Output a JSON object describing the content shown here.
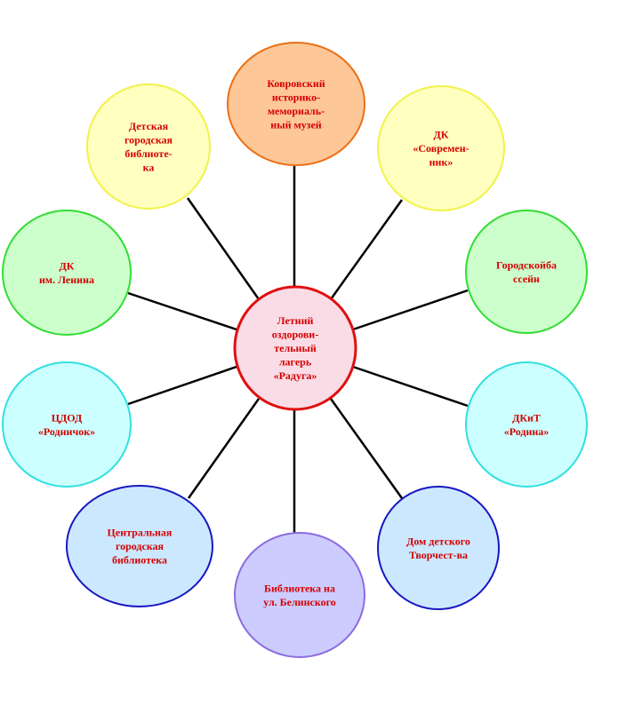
{
  "center": {
    "lines": [
      "Летний",
      "оздорови-",
      "тельный",
      "лагерь",
      "«Радуга»"
    ],
    "fill": "#f9dce6",
    "stroke": "#e01010"
  },
  "nodes": [
    {
      "id": "museum",
      "lines": [
        "Ковровский",
        "историко-",
        "мемориаль-",
        "ный музей"
      ],
      "fill": "#fdc797",
      "stroke": "#e87016"
    },
    {
      "id": "dk-sovremennik",
      "lines": [
        "ДК",
        "«Современ-",
        "ник»"
      ],
      "fill": "#ffffc0",
      "stroke": "#f2f24a"
    },
    {
      "id": "pool",
      "lines": [
        "Городскойба",
        "ссейн"
      ],
      "fill": "#ccffcc",
      "stroke": "#33dd33"
    },
    {
      "id": "dkit-rodina",
      "lines": [
        "ДКиТ",
        "«Родина»"
      ],
      "fill": "#ccffff",
      "stroke": "#33e0e0"
    },
    {
      "id": "children-creativity-house",
      "lines": [
        "Дом детского",
        "Творчест-ва"
      ],
      "fill": "#cce8ff",
      "stroke": "#1818c0"
    },
    {
      "id": "belinsky-library",
      "lines": [
        "Библиотека на",
        "ул. Белинского"
      ],
      "fill": "#ccccff",
      "stroke": "#8c6ce0"
    },
    {
      "id": "central-library",
      "lines": [
        "Центральная",
        "городская",
        "библиотека"
      ],
      "fill": "#cce8ff",
      "stroke": "#1818c0"
    },
    {
      "id": "cdod-rodnichok",
      "lines": [
        "ЦДОД",
        "«Родничок»"
      ],
      "fill": "#ccffff",
      "stroke": "#33e0e0"
    },
    {
      "id": "dk-lenina",
      "lines": [
        "ДК",
        "им. Ленина"
      ],
      "fill": "#ccffcc",
      "stroke": "#33dd33"
    },
    {
      "id": "children-library",
      "lines": [
        "Детская",
        "городская",
        "библиоте-",
        "ка"
      ],
      "fill": "#ffffc0",
      "stroke": "#f2f24a"
    }
  ]
}
